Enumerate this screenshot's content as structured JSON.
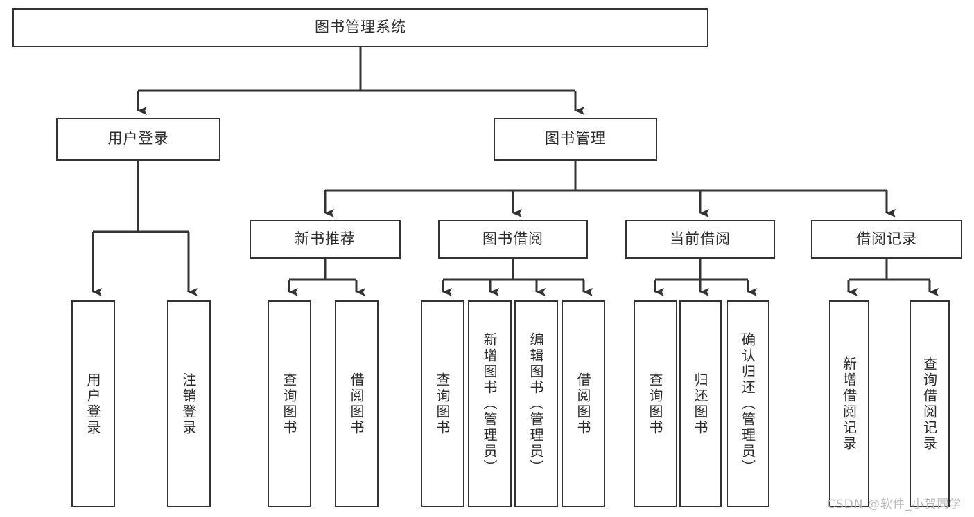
{
  "diagram": {
    "type": "tree",
    "title": "图书管理系统",
    "watermark": "CSDN @软件_小贺同学",
    "colors": {
      "stroke": "#333333",
      "text": "#2b2b2b",
      "background": "#ffffff",
      "watermark": "#b9b9b9"
    },
    "nodes": {
      "root": {
        "label": "图书管理系统"
      },
      "level2": [
        {
          "id": "user-login",
          "label": "用户登录"
        },
        {
          "id": "book-manage",
          "label": "图书管理"
        }
      ],
      "level3": [
        {
          "id": "new-book-recommend",
          "label": "新书推荐"
        },
        {
          "id": "book-borrow",
          "label": "图书借阅"
        },
        {
          "id": "current-borrow",
          "label": "当前借阅"
        },
        {
          "id": "borrow-record",
          "label": "借阅记录"
        }
      ],
      "leaves": {
        "user-login": [
          {
            "id": "leaf-user-login",
            "label": "用户登录"
          },
          {
            "id": "leaf-logout",
            "label": "注销登录"
          }
        ],
        "new-book-recommend": [
          {
            "id": "leaf-query-book-1",
            "label": "查询图书"
          },
          {
            "id": "leaf-borrow-book-1",
            "label": "借阅图书"
          }
        ],
        "book-borrow": [
          {
            "id": "leaf-query-book-2",
            "label": "查询图书"
          },
          {
            "id": "leaf-add-book",
            "label": "新增图书（管理员）"
          },
          {
            "id": "leaf-edit-book",
            "label": "编辑图书（管理员）"
          },
          {
            "id": "leaf-borrow-book-2",
            "label": "借阅图书"
          }
        ],
        "current-borrow": [
          {
            "id": "leaf-query-book-3",
            "label": "查询图书"
          },
          {
            "id": "leaf-return-book",
            "label": "归还图书"
          },
          {
            "id": "leaf-confirm-return",
            "label": "确认归还（管理员）"
          }
        ],
        "borrow-record": [
          {
            "id": "leaf-add-record",
            "label": "新增借阅记录"
          },
          {
            "id": "leaf-query-record",
            "label": "查询借阅记录"
          }
        ]
      }
    }
  }
}
